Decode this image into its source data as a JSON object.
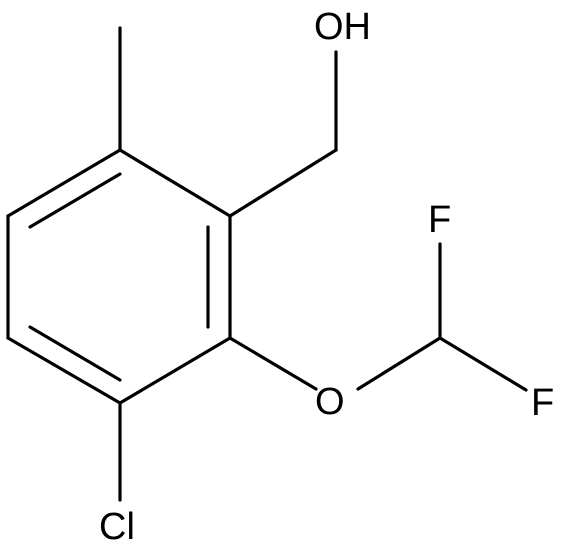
{
  "molecule": {
    "atom_labels": {
      "hydroxyl": "OH",
      "fluorine_top": "F",
      "fluorine_right": "F",
      "ether_oxygen": "O",
      "chlorine": "Cl"
    },
    "line_color": "#000000",
    "background_color": "#ffffff"
  }
}
